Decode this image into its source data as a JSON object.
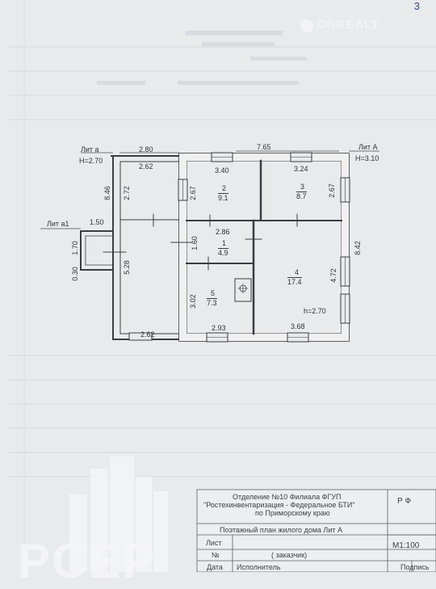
{
  "corner_mark": "3",
  "watermark": {
    "brand": "ONREALT",
    "bottom_logo": "PCEP"
  },
  "labels": {
    "lit_a": "Лит а",
    "lit_a_height": "H=2.70",
    "lit_A": "Лит А",
    "lit_A_height": "H=3.10",
    "lit_a1": "Лит а1",
    "room_height": "h=2.70"
  },
  "dimensions": {
    "top_left": "2.80",
    "top_right": "7.65",
    "inner_top_left": "2.62",
    "room2_top": "3.40",
    "room3_top": "3.24",
    "left_outer": "8.46",
    "left_inner": "2.72",
    "room2_side": "2.67",
    "room3_side": "2.67",
    "right_outer": "8.42",
    "porch_width": "1.50",
    "room1_width": "2.86",
    "porch_side": "1.70",
    "porch_lower": "0.30",
    "hall_side": "5.28",
    "room1_side": "1.60",
    "room4_side": "4.72",
    "room5_side": "3.02",
    "bottom_left": "2.62",
    "room5_bottom": "2.93",
    "room4_bottom": "3.68"
  },
  "rooms": [
    {
      "number": "2",
      "area": "9.1"
    },
    {
      "number": "3",
      "area": "8.7"
    },
    {
      "number": "1",
      "area": "4.9"
    },
    {
      "number": "4",
      "area": "17.4"
    },
    {
      "number": "5",
      "area": "7.3"
    }
  ],
  "title_block": {
    "org_line1": "Отделение №10 Филиала ФГУП",
    "org_line2": "\"Ростехинвентаризация - Федеральное БТИ\"",
    "org_line3": "по Приморскому краю",
    "country": "Р Ф",
    "plan_title": "Поэтажный план жилого дома Лит А",
    "sheet_label": "Лист",
    "number_label": "№",
    "customer": "( заказчик)",
    "scale": "М1:100",
    "date_label": "Дата",
    "executor_label": "Исполнитель",
    "signature_label": "Подпись"
  }
}
